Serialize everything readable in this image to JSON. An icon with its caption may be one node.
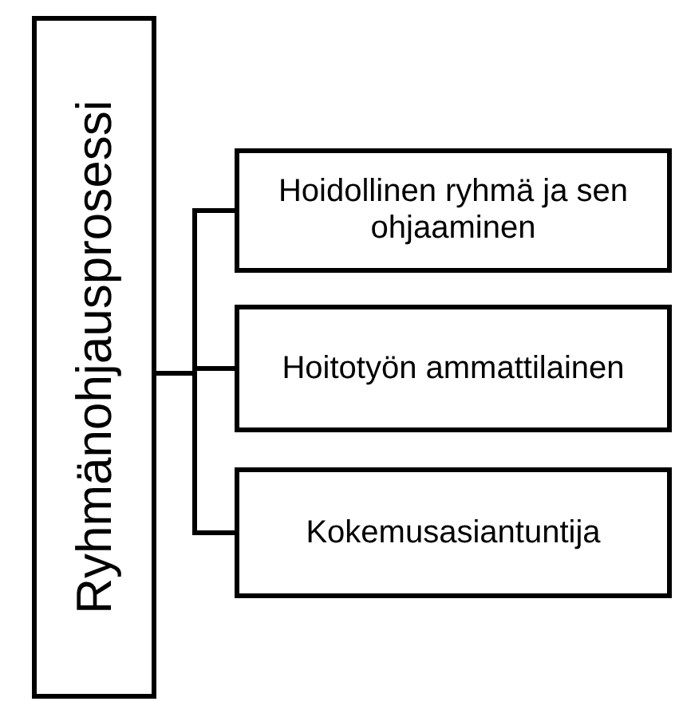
{
  "diagram": {
    "nodes": [
      {
        "text": [
          "Ryhmänohjausprosessi"
        ]
      },
      {
        "text": [
          "Hoidollinen ryhmä ja sen ohjaaminen"
        ]
      },
      {
        "text": [
          "Hoitotyön ammattilainen"
        ]
      },
      {
        "text": [
          "Kokemusasiantuntija"
        ]
      }
    ],
    "edges": [
      {
        "from": 0,
        "to": 1,
        "arrow": "none"
      },
      {
        "from": 0,
        "to": 2,
        "arrow": "none"
      },
      {
        "from": 0,
        "to": 3,
        "arrow": "none"
      }
    ]
  }
}
